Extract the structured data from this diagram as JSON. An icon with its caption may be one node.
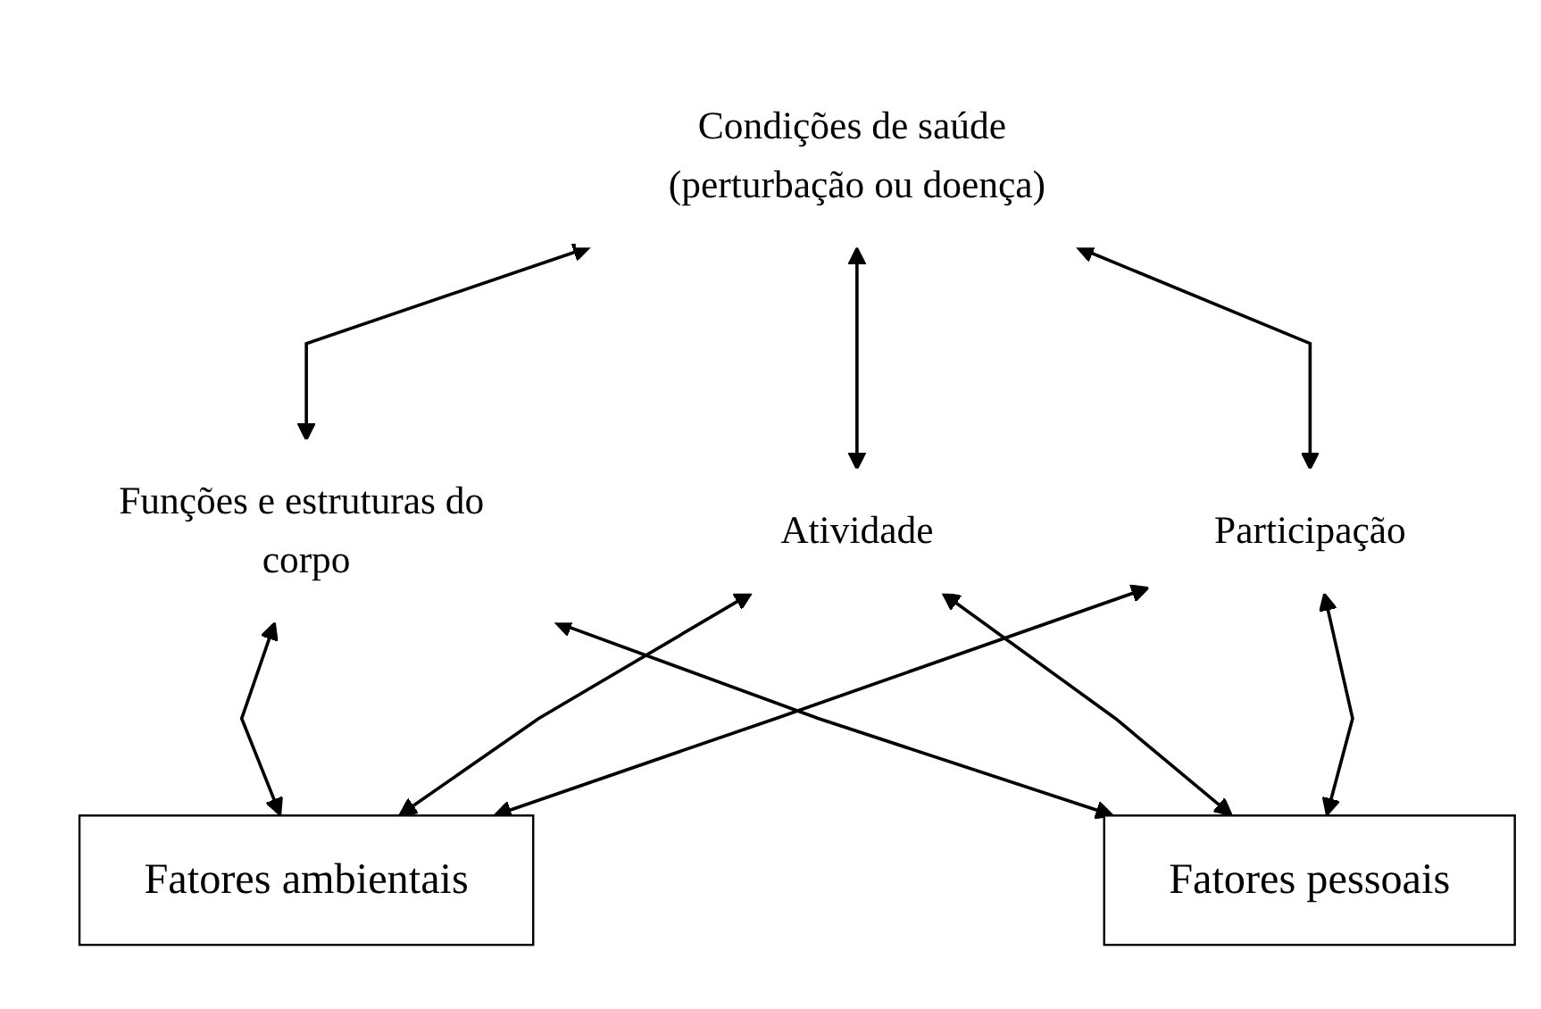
{
  "diagram": {
    "nodes": [
      {
        "text": [
          "Condições de saúde (perturbação ou doença)"
        ]
      },
      {
        "text": [
          "Funções e estruturas do corpo"
        ]
      },
      {
        "text": [
          "Atividade"
        ]
      },
      {
        "text": [
          "Participação"
        ]
      },
      {
        "text": [
          "Fatores ambientais"
        ]
      },
      {
        "text": [
          "Fatores pessoais"
        ]
      }
    ],
    "edges": [
      {
        "from": 0,
        "to": 1,
        "arrow": "both"
      },
      {
        "from": 0,
        "to": 2,
        "arrow": "both"
      },
      {
        "from": 0,
        "to": 3,
        "arrow": "both"
      },
      {
        "from": 4,
        "to": 1,
        "arrow": "both"
      },
      {
        "from": 4,
        "to": 2,
        "arrow": "both"
      },
      {
        "from": 4,
        "to": 3,
        "arrow": "both"
      },
      {
        "from": 5,
        "to": 1,
        "arrow": "both"
      },
      {
        "from": 5,
        "to": 2,
        "arrow": "both"
      },
      {
        "from": 5,
        "to": 3,
        "arrow": "both"
      }
    ]
  }
}
